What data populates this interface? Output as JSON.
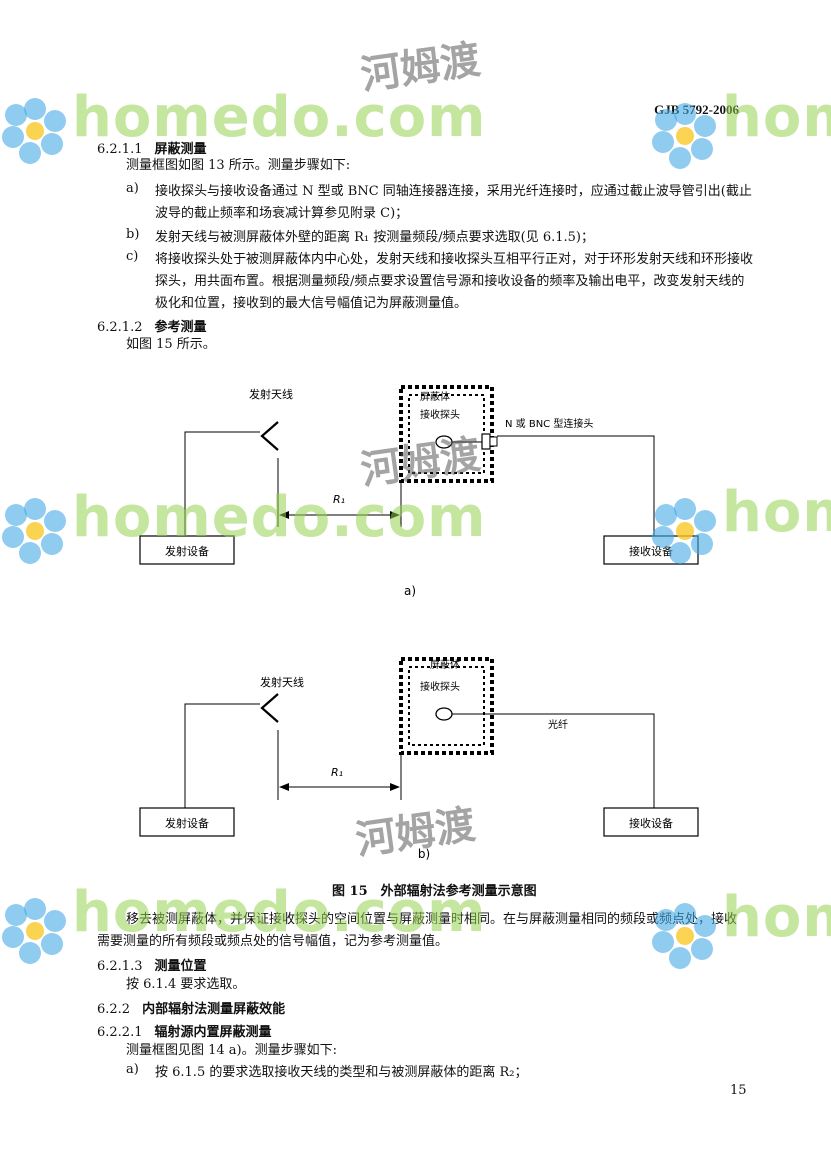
{
  "header": {
    "standard_no": "GJB 5792-2006"
  },
  "sec_6_2_1_1": {
    "number": "6.2.1.1",
    "title": "屏蔽测量",
    "intro": "测量框图如图 13 所示。测量步骤如下:",
    "items": [
      {
        "label": "a)",
        "text": "接收探头与接收设备通过 N 型或 BNC 同轴连接器连接，采用光纤连接时，应通过截止波导管引出(截止波导的截止频率和场衰减计算参见附录 C)；"
      },
      {
        "label": "b)",
        "text": "发射天线与被测屏蔽体外壁的距离 R₁ 按测量频段/频点要求选取(见 6.1.5)；"
      },
      {
        "label": "c)",
        "text": "将接收探头处于被测屏蔽体内中心处，发射天线和接收探头互相平行正对，对于环形发射天线和环形接收探头，用共面布置。根据测量频段/频点要求设置信号源和接收设备的频率及输出电平，改变发射天线的极化和位置，接收到的最大信号幅值记为屏蔽测量值。"
      }
    ]
  },
  "sec_6_2_1_2": {
    "number": "6.2.1.2",
    "title": "参考测量",
    "intro": "如图 15 所示。"
  },
  "figure_a": {
    "tx_antenna": "发射天线",
    "shield": "屏蔽体",
    "probe": "接收探头",
    "connector": "N 或 BNC 型连接头",
    "distance": "R₁",
    "tx_device": "发射设备",
    "rx_device": "接收设备",
    "sub_label": "a)"
  },
  "figure_b": {
    "tx_antenna": "发射天线",
    "shield": "屏蔽体",
    "probe": "接收探头",
    "fiber": "光纤",
    "distance": "R₁",
    "tx_device": "发射设备",
    "rx_device": "接收设备",
    "sub_label": "b)"
  },
  "figure_caption": "图 15　外部辐射法参考测量示意图",
  "after_figure": {
    "para": "移去被测屏蔽体，并保证接收探头的空间位置与屏蔽测量时相同。在与屏蔽测量相同的频段或频点处，接收需要测量的所有频段或频点处的信号幅值，记为参考测量值。"
  },
  "sec_6_2_1_3": {
    "number": "6.2.1.3",
    "title": "测量位置",
    "text": "按 6.1.4 要求选取。"
  },
  "sec_6_2_2": {
    "number": "6.2.2",
    "title": "内部辐射法测量屏蔽效能"
  },
  "sec_6_2_2_1": {
    "number": "6.2.2.1",
    "title": "辐射源内置屏蔽测量",
    "intro": "测量框图见图 14 a)。测量步骤如下:",
    "items": [
      {
        "label": "a)",
        "text": "按 6.1.5 的要求选取接收天线的类型和与被测屏蔽体的距离 R₂；"
      }
    ]
  },
  "page_number": "15",
  "watermark": {
    "latin": "homedo.com",
    "cn": "河姆渡",
    "latin_short": "home"
  }
}
